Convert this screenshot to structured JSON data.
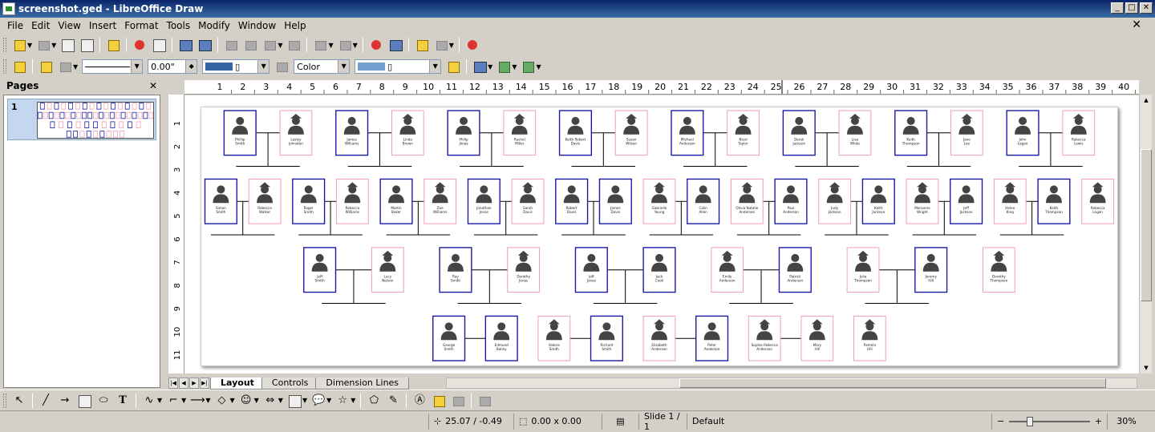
{
  "window": {
    "title": "screenshot.ged - LibreOffice Draw",
    "min": "_",
    "max": "□",
    "close": "✕"
  },
  "menu": [
    "File",
    "Edit",
    "View",
    "Insert",
    "Format",
    "Tools",
    "Modify",
    "Window",
    "Help"
  ],
  "doc_close": "✕",
  "toolbar2": {
    "line_width": "0.00\"",
    "area_style": "Color",
    "line_color_glyph": "▯",
    "area_color_glyph": "▯"
  },
  "pages_panel": {
    "title": "Pages",
    "close": "✕",
    "page_number": "1"
  },
  "ruler": {
    "ticks": [
      "1",
      "2",
      "3",
      "4",
      "5",
      "6",
      "7",
      "8",
      "9",
      "10",
      "11",
      "12",
      "13",
      "14",
      "15",
      "16",
      "17",
      "18",
      "19",
      "20",
      "21",
      "22",
      "23",
      "24",
      "25",
      "26",
      "27",
      "28",
      "29",
      "30",
      "31",
      "32",
      "33",
      "34",
      "35",
      "36",
      "37",
      "38",
      "39",
      "40"
    ],
    "vticks": [
      "1",
      "2",
      "3",
      "4",
      "5",
      "6",
      "7",
      "8",
      "9",
      "10",
      "11"
    ]
  },
  "tabs": [
    "Layout",
    "Controls",
    "Dimension Lines"
  ],
  "status": {
    "position": "25.07 / -0.49",
    "size": "0.00 x 0.00",
    "slide": "Slide 1 / 1",
    "layout": "Default",
    "zoom": "30%",
    "minus": "−",
    "plus": "+"
  },
  "colors": {
    "male": "#1a1aa8",
    "female": "#f2a0b0",
    "person_icon": "#444444"
  },
  "people": [
    {
      "name": "Phillip\nSmith",
      "gen": 0,
      "sex": "m"
    },
    {
      "name": "Lesley\nJohnston",
      "gen": 0,
      "sex": "f"
    },
    {
      "name": "James\nWilliams",
      "gen": 0,
      "sex": "m"
    },
    {
      "name": "Linda\nBrown",
      "gen": 0,
      "sex": "f"
    },
    {
      "name": "Philip\nJonas",
      "gen": 0,
      "sex": "m"
    },
    {
      "name": "Rachel\nMiller",
      "gen": 0,
      "sex": "f"
    },
    {
      "name": "Keith Robert\nDavis",
      "gen": 0,
      "sex": "m"
    },
    {
      "name": "Susan\nWilson",
      "gen": 0,
      "sex": "f"
    },
    {
      "name": "Michael\nAnderson",
      "gen": 0,
      "sex": "m"
    },
    {
      "name": "Nicol\nTaylor",
      "gen": 0,
      "sex": "f"
    },
    {
      "name": "Derek\nJackson",
      "gen": 0,
      "sex": "m"
    },
    {
      "name": "Lisa\nWhite",
      "gen": 0,
      "sex": "f"
    },
    {
      "name": "Keith\nThompson",
      "gen": 0,
      "sex": "m"
    },
    {
      "name": "Jane\nLee",
      "gen": 0,
      "sex": "f"
    },
    {
      "name": "John\nLogan",
      "gen": 0,
      "sex": "m"
    },
    {
      "name": "Rebecca\nLewis",
      "gen": 0,
      "sex": "f"
    },
    {
      "name": "Simon\nSmith",
      "gen": 1,
      "sex": "m"
    },
    {
      "name": "Rebecca\nWalker",
      "gen": 1,
      "sex": "f"
    },
    {
      "name": "Roger\nSmith",
      "gen": 1,
      "sex": "m"
    },
    {
      "name": "Rebecca\nWilliams",
      "gen": 1,
      "sex": "f"
    },
    {
      "name": "Martin\nBaker",
      "gen": 1,
      "sex": "m"
    },
    {
      "name": "Zoe\nWilliams",
      "gen": 1,
      "sex": "f"
    },
    {
      "name": "Jonathan\nJonas",
      "gen": 1,
      "sex": "m"
    },
    {
      "name": "Sarah\nDavis",
      "gen": 1,
      "sex": "f"
    },
    {
      "name": "Robert\nDavis",
      "gen": 1,
      "sex": "m"
    },
    {
      "name": "James\nDavis",
      "gen": 1,
      "sex": "m"
    },
    {
      "name": "Gabrielle\nYoung",
      "gen": 1,
      "sex": "f"
    },
    {
      "name": "Colin\nAllen",
      "gen": 1,
      "sex": "m"
    },
    {
      "name": "Olivia Natalie\nAnderson",
      "gen": 1,
      "sex": "f"
    },
    {
      "name": "Paul\nAnderson",
      "gen": 1,
      "sex": "m"
    },
    {
      "name": "Judy\nJackson",
      "gen": 1,
      "sex": "f"
    },
    {
      "name": "Keith\nJackson",
      "gen": 1,
      "sex": "m"
    },
    {
      "name": "Marianne\nWright",
      "gen": 1,
      "sex": "f"
    },
    {
      "name": "Jeff\nJackson",
      "gen": 1,
      "sex": "m"
    },
    {
      "name": "Helen\nKing",
      "gen": 1,
      "sex": "f"
    },
    {
      "name": "Keith\nThompson",
      "gen": 1,
      "sex": "m"
    },
    {
      "name": "Rebecca\nLogan",
      "gen": 1,
      "sex": "f"
    },
    {
      "name": "Jeff\nSmith",
      "gen": 2,
      "sex": "m"
    },
    {
      "name": "Lucy\nNelson",
      "gen": 2,
      "sex": "f"
    },
    {
      "name": "Ray\nSmith",
      "gen": 2,
      "sex": "m"
    },
    {
      "name": "Dorothy\nJonas",
      "gen": 2,
      "sex": "f"
    },
    {
      "name": "Jeff\nJonas",
      "gen": 2,
      "sex": "m"
    },
    {
      "name": "Jack\nCook",
      "gen": 2,
      "sex": "m"
    },
    {
      "name": "Emily\nAnderson",
      "gen": 2,
      "sex": "f"
    },
    {
      "name": "Patrick\nAnderson",
      "gen": 2,
      "sex": "m"
    },
    {
      "name": "Julia\nThompson",
      "gen": 2,
      "sex": "f"
    },
    {
      "name": "Jeremy\nHill",
      "gen": 2,
      "sex": "m"
    },
    {
      "name": "Dorothy\nThompson",
      "gen": 2,
      "sex": "f"
    },
    {
      "name": "George\nSmith",
      "gen": 3,
      "sex": "m"
    },
    {
      "name": "Edmund\nBailey",
      "gen": 3,
      "sex": "m"
    },
    {
      "name": "Valerie\nSmith",
      "gen": 3,
      "sex": "f"
    },
    {
      "name": "Richard\nSmith",
      "gen": 3,
      "sex": "m"
    },
    {
      "name": "Elizabeth\nAnderson",
      "gen": 3,
      "sex": "f"
    },
    {
      "name": "Peter\nAnderson",
      "gen": 3,
      "sex": "m"
    },
    {
      "name": "Sophie Rebecca\nAnderson",
      "gen": 3,
      "sex": "f"
    },
    {
      "name": "Mary\nHill",
      "gen": 3,
      "sex": "f"
    },
    {
      "name": "Pamela\nHill",
      "gen": 3,
      "sex": "f"
    }
  ]
}
